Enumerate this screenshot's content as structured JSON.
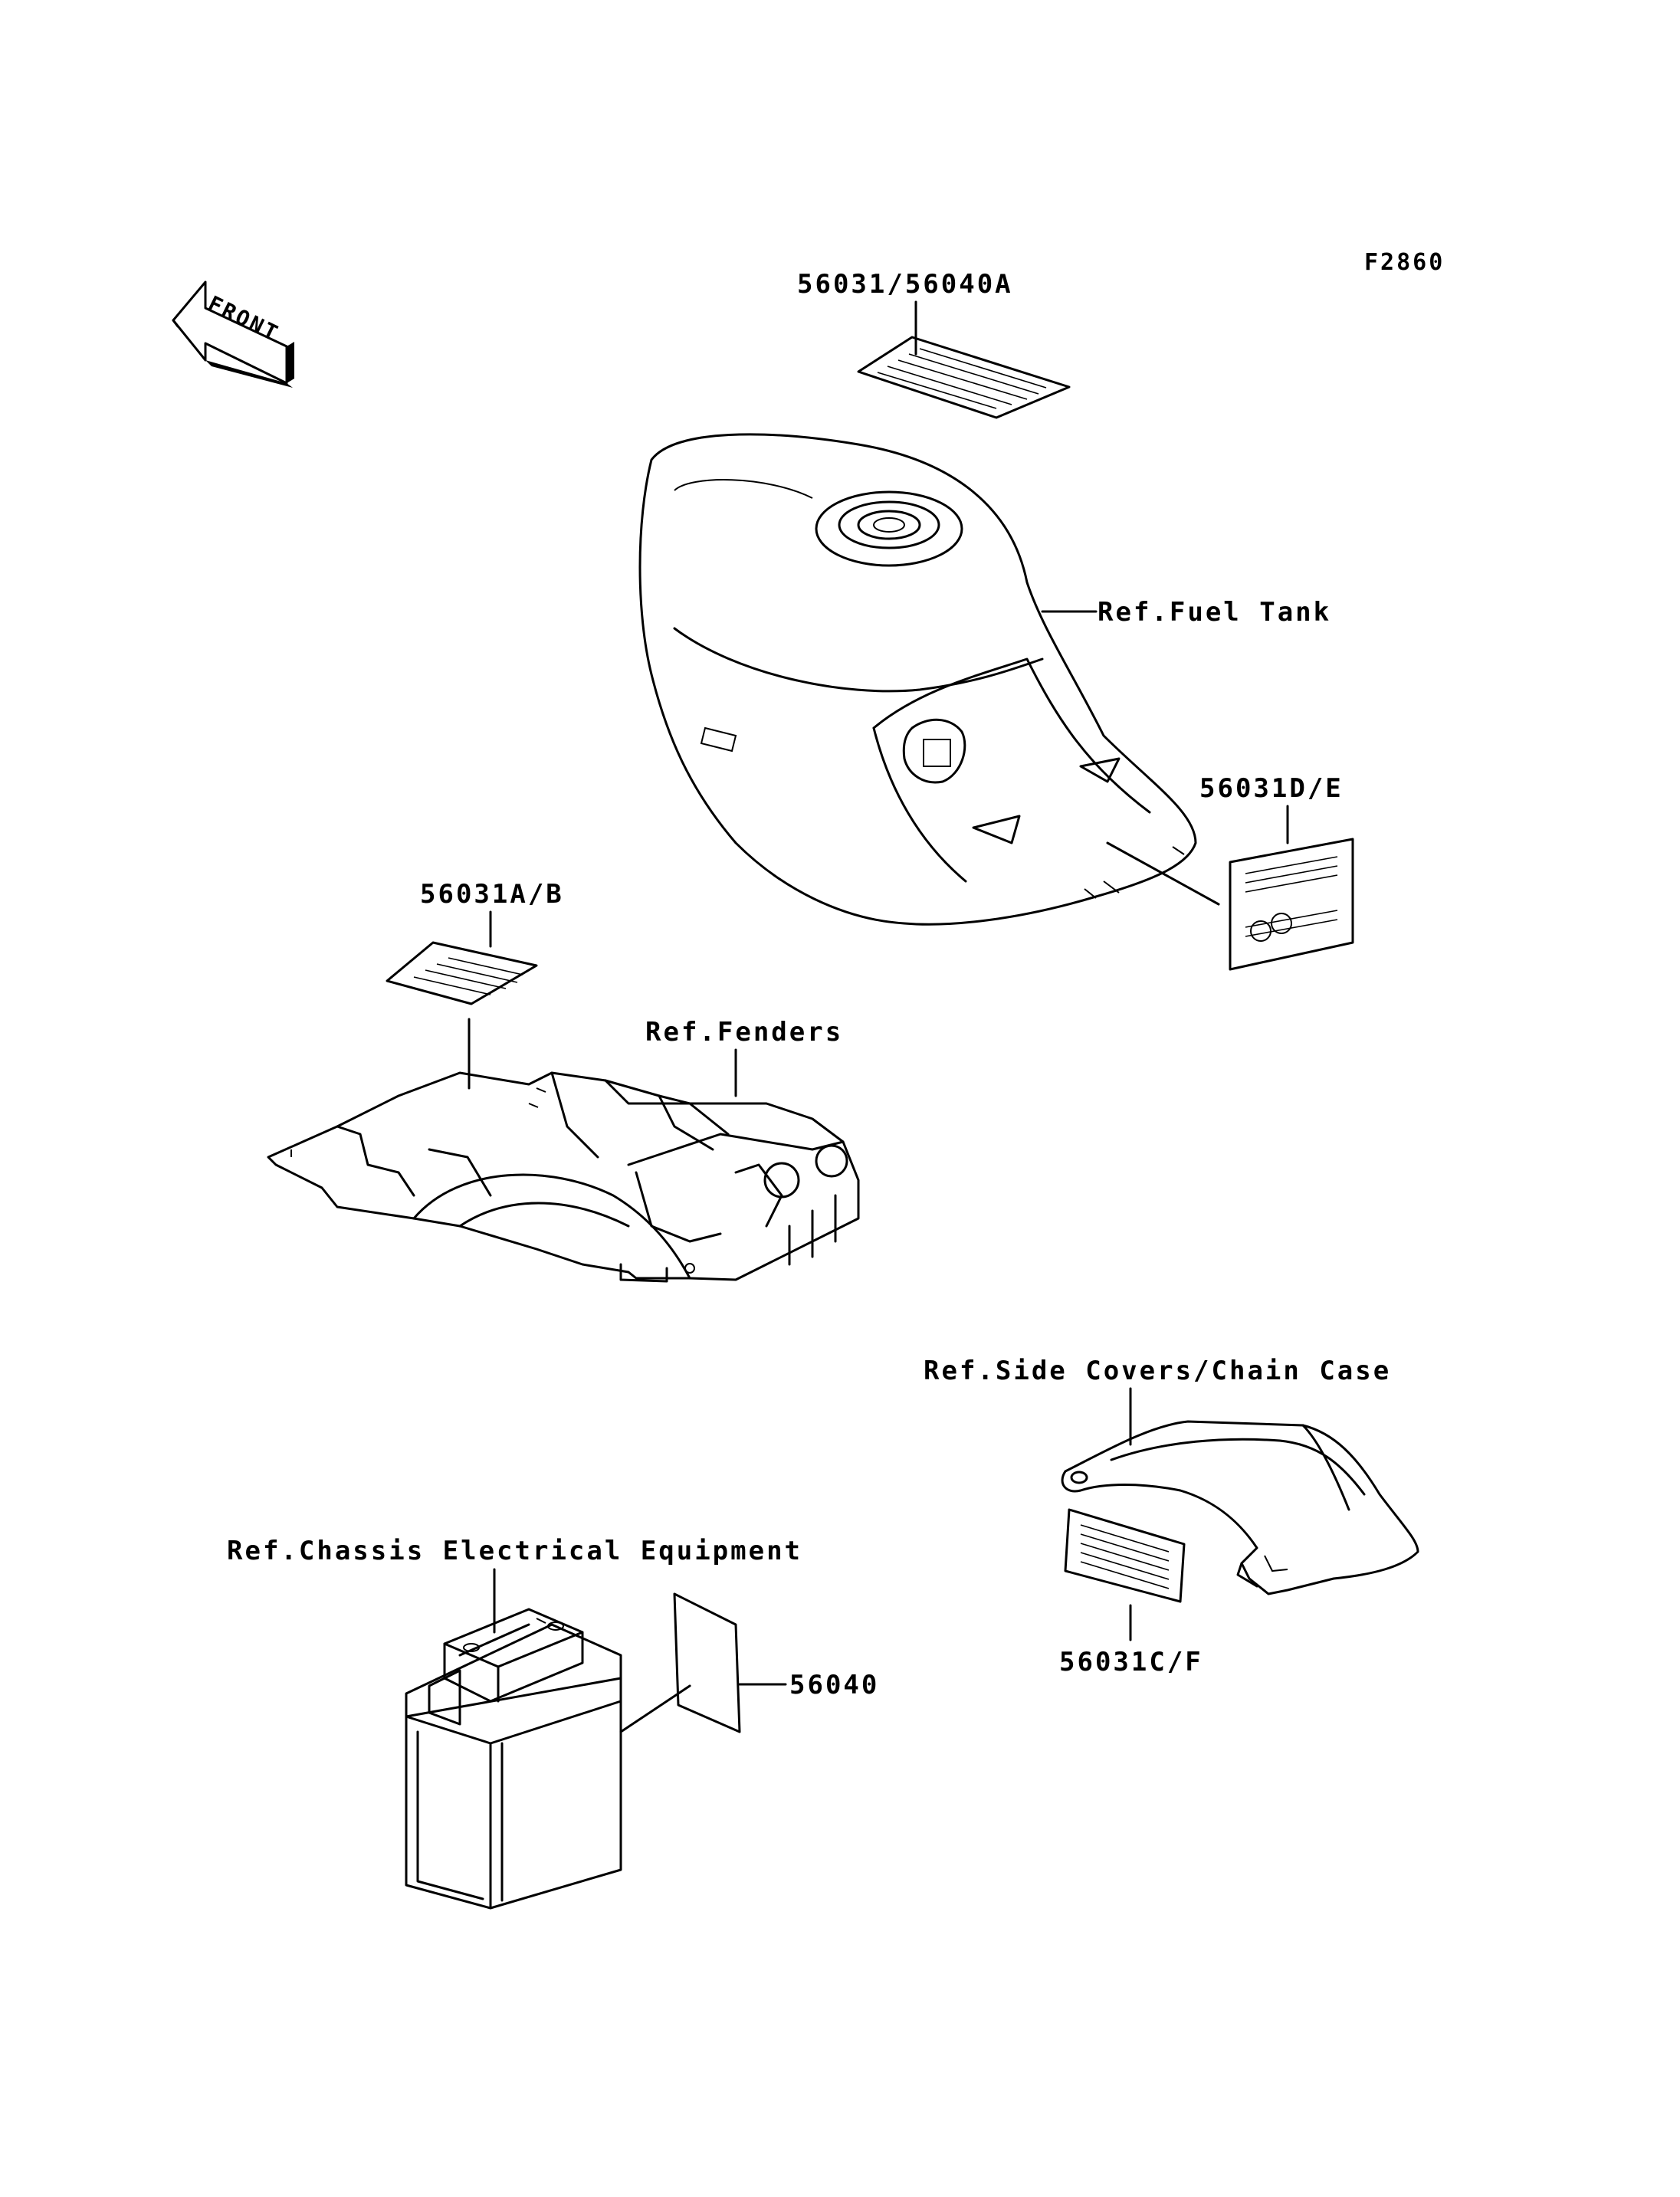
{
  "figure_code": "F2860",
  "front_arrow": {
    "text": "FRONT",
    "icon": "front-arrow-icon"
  },
  "labels": {
    "fuel_tank_decal": "56031/56040A",
    "fuel_tank_ref": "Ref.Fuel Tank",
    "tank_side_decal": "56031D/E",
    "fender_decal": "56031A/B",
    "fenders_ref": "Ref.Fenders",
    "side_covers_ref": "Ref.Side Covers/Chain Case",
    "chain_case_decal": "56031C/F",
    "chassis_ref": "Ref.Chassis Electrical Equipment",
    "battery_decal": "56040"
  }
}
